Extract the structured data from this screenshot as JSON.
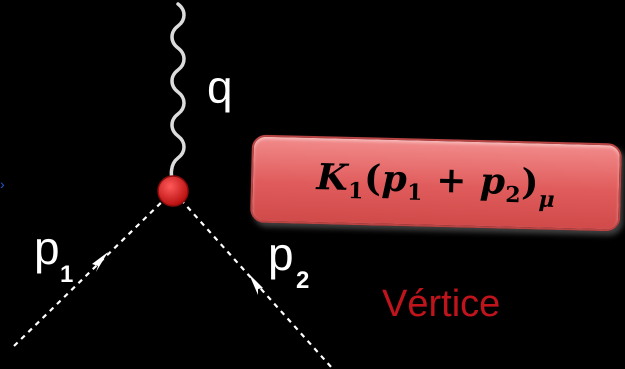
{
  "labels": {
    "q": "q",
    "p1_main": "p",
    "p1_sub": "1",
    "p2_main": "p",
    "p2_sub": "2"
  },
  "formula": {
    "K": "K",
    "K_sub": "1",
    "open": "(",
    "p_a": "p",
    "p_a_sub": "1",
    "plus": " + ",
    "p_b": "p",
    "p_b_sub": "2",
    "close": ")",
    "mu": "μ"
  },
  "vertex_label": "Vértice",
  "colors": {
    "background": "#000000",
    "vertex": "#d01818",
    "formula_box": "#e06060",
    "vertex_label": "#c0141c"
  }
}
